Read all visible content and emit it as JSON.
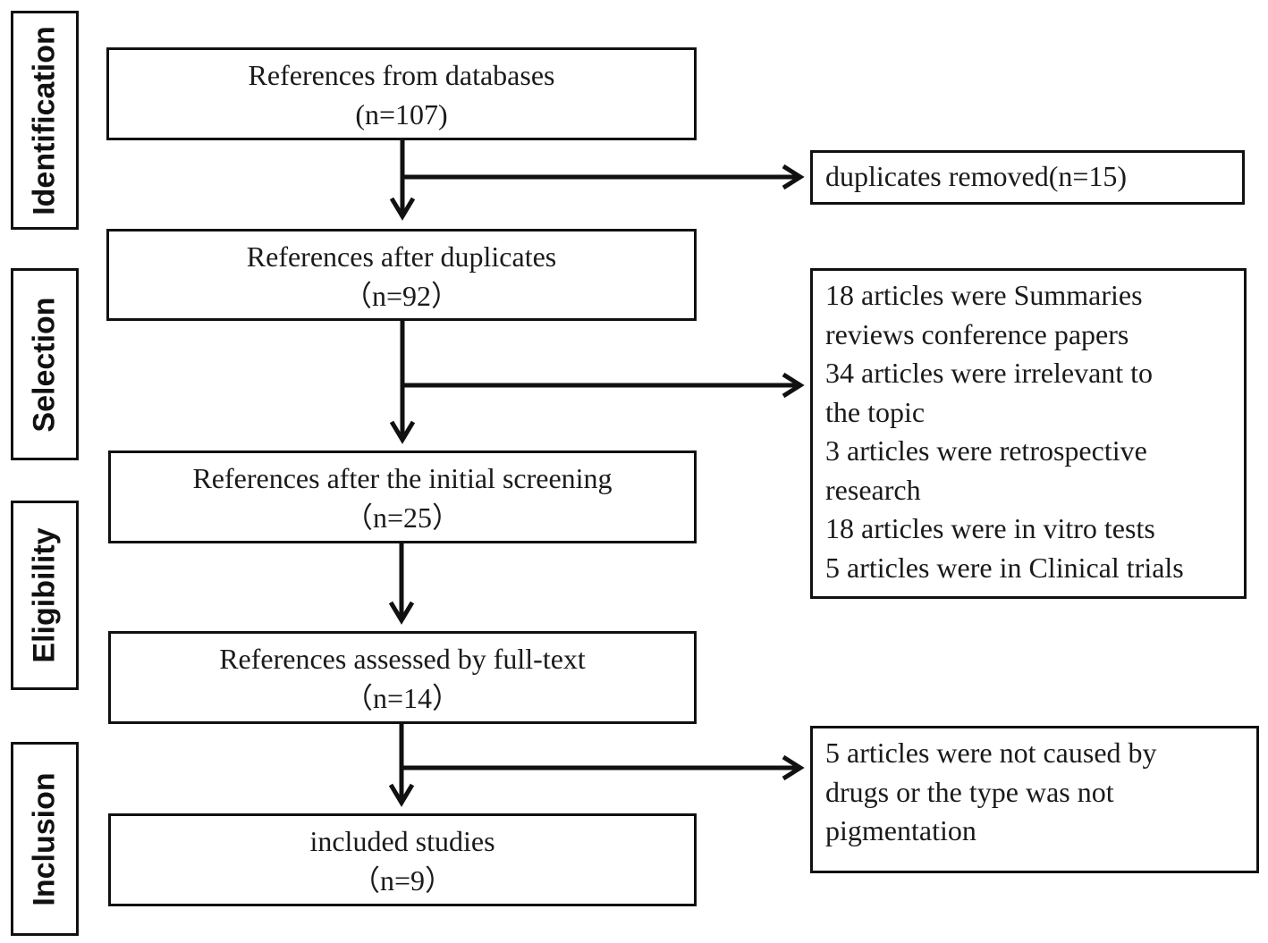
{
  "stages": [
    {
      "id": "identification",
      "label": "Identification"
    },
    {
      "id": "selection",
      "label": "Selection"
    },
    {
      "id": "eligibility",
      "label": "Eligibility"
    },
    {
      "id": "inclusion",
      "label": "Inclusion"
    }
  ],
  "main_boxes": [
    {
      "id": "databases",
      "title": "References from databases",
      "count": "(n=107)"
    },
    {
      "id": "after-duplicates",
      "title": "References after duplicates",
      "count": "（n=92）"
    },
    {
      "id": "initial-screening",
      "title": "References after the initial screening",
      "count": "（n=25）"
    },
    {
      "id": "full-text",
      "title": "References assessed by full-text",
      "count": "（n=14）"
    },
    {
      "id": "included",
      "title": "included studies",
      "count": "（n=9）"
    }
  ],
  "exclusion_boxes": [
    {
      "id": "duplicates-removed",
      "lines": [
        "duplicates removed(n=15)"
      ]
    },
    {
      "id": "screening-exclusions",
      "lines": [
        "18 articles were Summaries",
        "reviews conference papers",
        "34 articles were irrelevant to",
        "the topic",
        "3 articles were retrospective",
        "research",
        "18 articles were in vitro tests",
        "5 articles were in Clinical trials"
      ]
    },
    {
      "id": "fulltext-exclusions",
      "lines": [
        "5 articles  were not caused by",
        "drugs or the type was not",
        "pigmentation"
      ]
    }
  ]
}
